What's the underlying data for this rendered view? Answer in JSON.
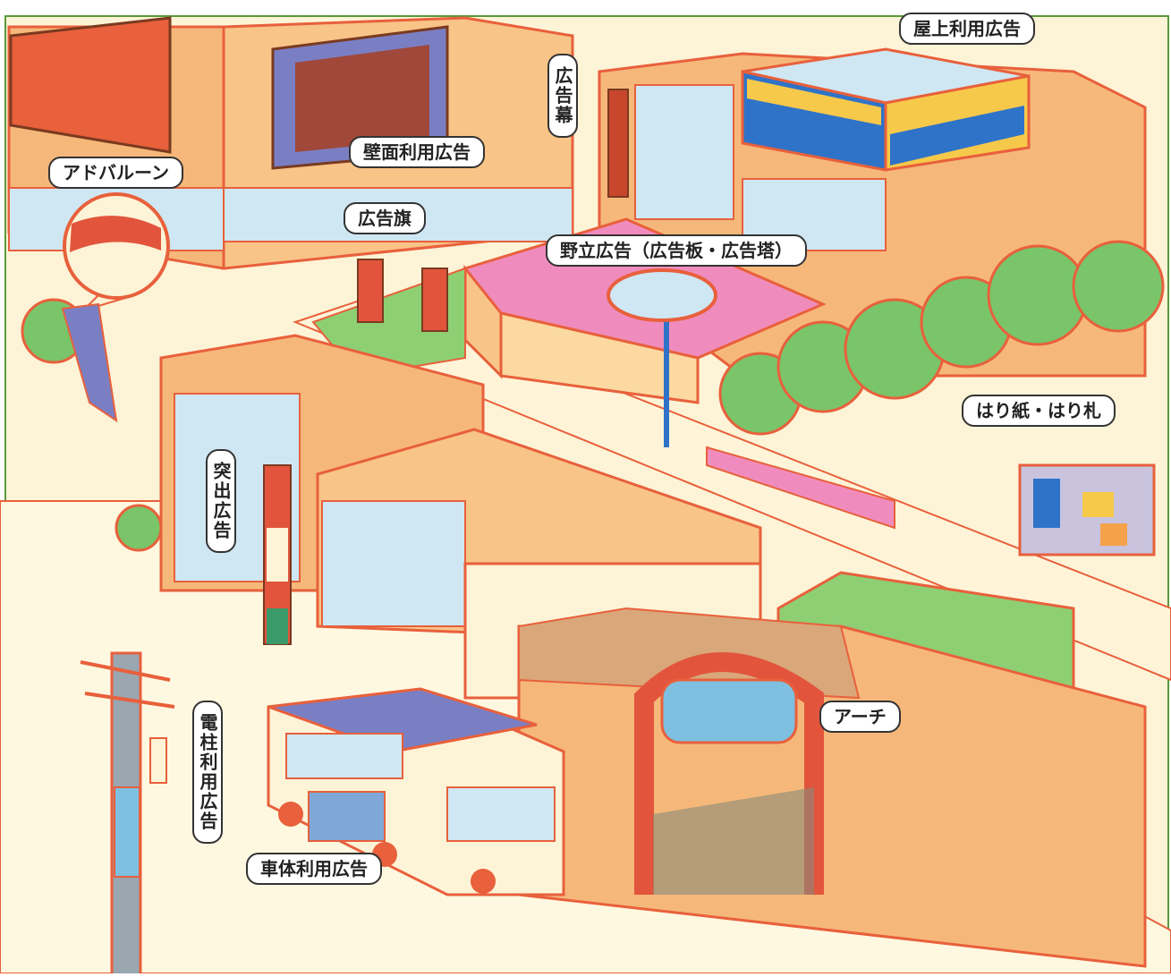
{
  "colors": {
    "outline": "#e8603c",
    "ground": "#fdf3d6",
    "building": "#f6b87a",
    "window": "#cfe7f3",
    "tree": "#7ac46a",
    "roof_green": "#8fcf74",
    "roof_pink": "#f08cbd",
    "blue": "#2f73c8",
    "yellow": "#f7c94a",
    "purple": "#7a7fc4",
    "red": "#e2553c",
    "pole": "#9aa6b0"
  },
  "labels": {
    "okujo": "屋上利用広告",
    "kokokumaku": "広告幕",
    "hekimen": "壁面利用広告",
    "adballoon": "アドバルーン",
    "kokokuki": "広告旗",
    "nodate": "野立広告（広告板・広告塔）",
    "harigami": "はり紙・はり札",
    "tosshutsu": "突出広告",
    "arch": "アーチ",
    "denchu": "電柱利用広告",
    "shatai": "車体利用広告"
  }
}
